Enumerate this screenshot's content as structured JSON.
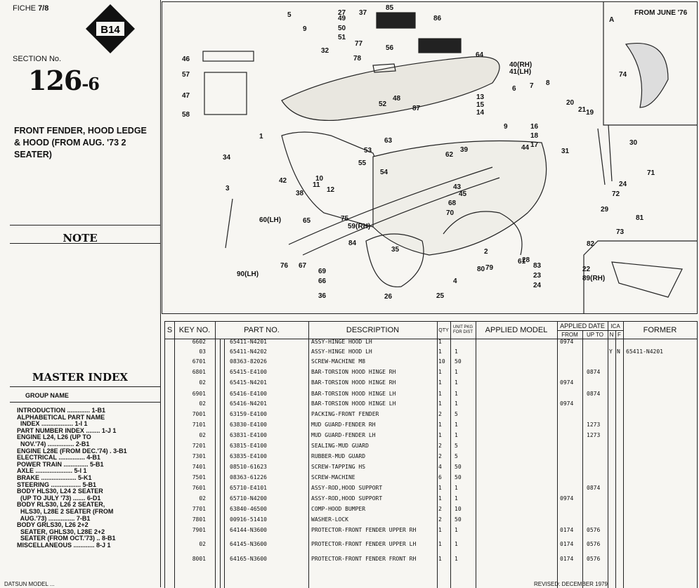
{
  "left_panel": {
    "fiche_label": "FICHE",
    "fiche_value": "7/8",
    "badge": "B14",
    "section_label": "SECTION No.",
    "section_number": "126",
    "section_suffix": "-6",
    "title": "FRONT FENDER, HOOD LEDGE & HOOD (FROM AUG. '73 2 SEATER)",
    "note_heading": "NOTE",
    "master_index_heading": "MASTER INDEX",
    "group_name_label": "GROUP NAME",
    "index_entries": [
      "INTRODUCTION ............. 1-B1",
      "ALPHABETICAL PART NAME",
      "  INDEX .................. 1-I 1",
      "PART NUMBER INDEX ........ 1-J 1",
      "ENGINE L24, L26 (UP TO",
      "  NOV.'74) ............... 2-B1",
      "ENGINE L28E (FROM DEC.'74) . 3-B1",
      "ELECTRICAL ............... 4-B1",
      "POWER TRAIN .............. 5-B1",
      "AXLE ..................... 5-I 1",
      "BRAKE .................... 5-K1",
      "STEERING ................. 5-B1",
      "BODY HLS30, L24 2 SEATER",
      "  (UP TO JULY '73) ....... 6-D1",
      "BODY RLS30, L26 2 SEATER,",
      "  HLS30, L28E 2 SEATER (FROM",
      "  AUG.'73) ............... 7-B1",
      "BODY GRLS30, L26 2+2",
      "  SEATER, GHLS30, L28E 2+2",
      "  SEATER (FROM OCT.'73) .. 8-B1",
      "MISCELLANEOUS ............ 8-J 1"
    ]
  },
  "diagram": {
    "inset_label": "FROM JUNE '76",
    "inset_tag": "A",
    "callouts": [
      "49",
      "50",
      "51",
      "56",
      "46",
      "57",
      "47",
      "58",
      "52",
      "48",
      "5",
      "9",
      "85",
      "86",
      "32",
      "77",
      "78",
      "64",
      "40(RH)",
      "41(LH)",
      "13",
      "15",
      "14",
      "6",
      "7",
      "8",
      "20",
      "21",
      "19",
      "87",
      "9",
      "16",
      "18",
      "17",
      "30",
      "1",
      "34",
      "3",
      "42",
      "11",
      "12",
      "10",
      "38",
      "63",
      "53",
      "62",
      "39",
      "55",
      "54",
      "43",
      "45",
      "44",
      "31",
      "24",
      "72",
      "71",
      "75",
      "59(RH)",
      "60(LH)",
      "65",
      "68",
      "70",
      "29",
      "81",
      "73",
      "74",
      "82",
      "84",
      "35",
      "61",
      "2",
      "79",
      "80",
      "28",
      "83",
      "23",
      "24",
      "22",
      "89(RH)",
      "90(LH)",
      "76",
      "67",
      "69",
      "66",
      "36",
      "26",
      "25",
      "4",
      "27",
      "37"
    ]
  },
  "table": {
    "headers": {
      "s": "S",
      "key_no": "KEY NO.",
      "part_no": "PART NO.",
      "description": "DESCRIPTION",
      "qty": "QTY",
      "unit_pkg": "UNIT PKG FOR DIST",
      "applied_model": "APPLIED MODEL",
      "applied_date": "APPLIED DATE",
      "from": "FROM",
      "up_to": "UP TO",
      "ica": "ICA",
      "n": "N",
      "f": "F",
      "former": "FORMER"
    },
    "rows": [
      {
        "key": "6602",
        "part": "65411-N4201",
        "desc": "ASSY-HINGE HOOD LH",
        "qty": "1",
        "pkg": "",
        "from": "0974",
        "upto": "",
        "n": "",
        "f": "",
        "former": ""
      },
      {
        "key": "03",
        "part": "65411-N4202",
        "desc": "ASSY-HINGE HOOD LH",
        "qty": "1",
        "pkg": "1",
        "from": "",
        "upto": "",
        "n": "Y",
        "f": "N",
        "former": "65411-N4201"
      },
      {
        "key": "6701",
        "part": "08363-82026",
        "desc": "SCREW-MACHINE M8",
        "qty": "10",
        "pkg": "50",
        "from": "",
        "upto": "",
        "n": "",
        "f": "",
        "former": ""
      },
      {
        "key": "6801",
        "part": "65415-E4100",
        "desc": "BAR-TORSION HOOD HINGE RH",
        "qty": "1",
        "pkg": "1",
        "from": "",
        "upto": "0874",
        "n": "",
        "f": "",
        "former": ""
      },
      {
        "key": "02",
        "part": "65415-N4201",
        "desc": "BAR-TORSION HOOD HINGE RH",
        "qty": "1",
        "pkg": "1",
        "from": "0974",
        "upto": "",
        "n": "",
        "f": "",
        "former": ""
      },
      {
        "key": "6901",
        "part": "65416-E4100",
        "desc": "BAR-TORSION HOOD HINGE LH",
        "qty": "1",
        "pkg": "1",
        "from": "",
        "upto": "0874",
        "n": "",
        "f": "",
        "former": ""
      },
      {
        "key": "02",
        "part": "65416-N4201",
        "desc": "BAR-TORSION HOOD HINGE LH",
        "qty": "1",
        "pkg": "1",
        "from": "0974",
        "upto": "",
        "n": "",
        "f": "",
        "former": ""
      },
      {
        "key": "7001",
        "part": "63159-E4100",
        "desc": "PACKING-FRONT FENDER",
        "qty": "2",
        "pkg": "5",
        "from": "",
        "upto": "",
        "n": "",
        "f": "",
        "former": ""
      },
      {
        "key": "7101",
        "part": "63830-E4100",
        "desc": "MUD GUARD-FENDER RH",
        "qty": "1",
        "pkg": "1",
        "from": "",
        "upto": "1273",
        "n": "",
        "f": "",
        "former": ""
      },
      {
        "key": "02",
        "part": "63831-E4100",
        "desc": "MUD GUARD-FENDER LH",
        "qty": "1",
        "pkg": "1",
        "from": "",
        "upto": "1273",
        "n": "",
        "f": "",
        "former": ""
      },
      {
        "key": "7201",
        "part": "63815-E4100",
        "desc": "SEALING-MUD GUARD",
        "qty": "2",
        "pkg": "5",
        "from": "",
        "upto": "",
        "n": "",
        "f": "",
        "former": ""
      },
      {
        "key": "7301",
        "part": "63835-E4100",
        "desc": "RUBBER-MUD GUARD",
        "qty": "2",
        "pkg": "5",
        "from": "",
        "upto": "",
        "n": "",
        "f": "",
        "former": ""
      },
      {
        "key": "7401",
        "part": "08510-61623",
        "desc": "SCREW-TAPPING HS",
        "qty": "4",
        "pkg": "50",
        "from": "",
        "upto": "",
        "n": "",
        "f": "",
        "former": ""
      },
      {
        "key": "7501",
        "part": "08363-61226",
        "desc": "SCREW-MACHINE",
        "qty": "6",
        "pkg": "50",
        "from": "",
        "upto": "",
        "n": "",
        "f": "",
        "former": ""
      },
      {
        "key": "7601",
        "part": "65710-E4101",
        "desc": "ASSY-ROD,HOOD SUPPORT",
        "qty": "1",
        "pkg": "1",
        "from": "",
        "upto": "0874",
        "n": "",
        "f": "",
        "former": ""
      },
      {
        "key": "02",
        "part": "65710-N4200",
        "desc": "ASSY-ROD,HOOD SUPPORT",
        "qty": "1",
        "pkg": "1",
        "from": "0974",
        "upto": "",
        "n": "",
        "f": "",
        "former": ""
      },
      {
        "key": "7701",
        "part": "63840-46500",
        "desc": "COMP-HOOD BUMPER",
        "qty": "2",
        "pkg": "10",
        "from": "",
        "upto": "",
        "n": "",
        "f": "",
        "former": ""
      },
      {
        "key": "7801",
        "part": "00916-51410",
        "desc": "WASHER-LOCK",
        "qty": "2",
        "pkg": "50",
        "from": "",
        "upto": "",
        "n": "",
        "f": "",
        "former": ""
      },
      {
        "key": "7901",
        "part": "64144-N3600",
        "desc": "PROTECTOR-FRONT FENDER UPPER RH",
        "qty": "1",
        "pkg": "1",
        "from": "0174",
        "upto": "0576",
        "n": "",
        "f": "",
        "former": ""
      },
      {
        "key": "02",
        "part": "64145-N3600",
        "desc": "PROTECTOR-FRONT FENDER UPPER LH",
        "qty": "1",
        "pkg": "1",
        "from": "0174",
        "upto": "0576",
        "n": "",
        "f": "",
        "former": ""
      },
      {
        "key": "8001",
        "part": "64165-N3600",
        "desc": "PROTECTOR-FRONT FENDER FRONT RH",
        "qty": "1",
        "pkg": "1",
        "from": "0174",
        "upto": "0576",
        "n": "",
        "f": "",
        "former": ""
      }
    ]
  },
  "footer": {
    "left": "DATSUN MODEL ...",
    "right": "REVISED: DECEMBER 1979"
  }
}
